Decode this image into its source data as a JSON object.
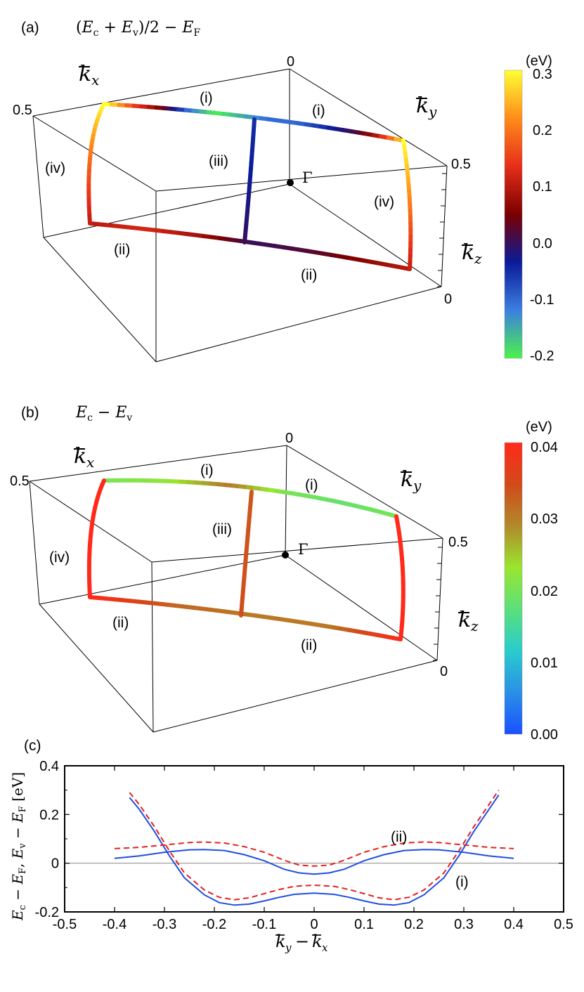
{
  "chart_data": [
    {
      "type": "3d-line",
      "panel": "(a)",
      "quantity": "(E_c + E_v)/2 − E_F",
      "axis_labels": {
        "kx": "k̄x",
        "ky": "k̄y",
        "kz": "k̄z"
      },
      "axis_ticks": {
        "kx_max": "0.5",
        "ky_max": "0.5",
        "origin": "0",
        "kz_min": "0"
      },
      "origin_label": "Γ",
      "colorbar": {
        "unit": "(eV)",
        "min": -0.2,
        "max": 0.3,
        "ticks": [
          "0.3",
          "0.2",
          "0.1",
          "0.0",
          "-0.1",
          "-0.2"
        ],
        "stops": [
          "#FFFF33",
          "#FF8C1A",
          "#E62E1A",
          "#7A0000",
          "#0A1A99",
          "#3C7FE0",
          "#4CF24C"
        ]
      },
      "segments": [
        {
          "label": "(i)",
          "values": [
            0.3,
            0.15,
            0.05,
            -0.1,
            -0.2,
            -0.15,
            -0.1,
            -0.1,
            -0.05,
            0.0,
            0.1,
            0.3
          ]
        },
        {
          "label": "(ii)",
          "values": [
            0.1,
            0.12,
            0.08,
            0.0,
            0.02,
            0.06,
            0.1
          ]
        },
        {
          "label": "(iii)",
          "values": [
            -0.05,
            -0.03,
            0.0
          ]
        },
        {
          "label": "(iv)",
          "values": [
            0.3,
            0.2,
            0.1
          ]
        }
      ],
      "segment_labels": [
        "(i)",
        "(i)",
        "(iii)",
        "(iv)",
        "(iv)",
        "(ii)",
        "(ii)"
      ]
    },
    {
      "type": "3d-line",
      "panel": "(b)",
      "quantity": "E_c − E_v",
      "axis_labels": {
        "kx": "k̄x",
        "ky": "k̄y",
        "kz": "k̄z"
      },
      "axis_ticks": {
        "kx_max": "0.5",
        "ky_max": "0.5",
        "origin": "0",
        "kz_min": "0"
      },
      "origin_label": "Γ",
      "colorbar": {
        "unit": "(eV)",
        "min": 0.0,
        "max": 0.04,
        "ticks": [
          "0.04",
          "0.03",
          "0.02",
          "0.01",
          "0.00"
        ],
        "stops": [
          "#FF2A1A",
          "#D24A1A",
          "#B08A2A",
          "#9AE62E",
          "#5AE07A",
          "#2ACCCC",
          "#2A90E6",
          "#1A50FF"
        ]
      },
      "segments": [
        {
          "label": "(i)",
          "values": [
            0.02,
            0.022,
            0.03,
            0.02,
            0.018,
            0.02
          ]
        },
        {
          "label": "(ii)",
          "values": [
            0.04,
            0.032,
            0.03,
            0.03,
            0.04
          ]
        },
        {
          "label": "(iii)",
          "values": [
            0.033,
            0.034
          ]
        },
        {
          "label": "(iv)",
          "values": [
            0.04,
            0.04
          ]
        }
      ],
      "segment_labels": [
        "(i)",
        "(i)",
        "(iii)",
        "(iv)",
        "(ii)",
        "(ii)"
      ]
    },
    {
      "type": "line",
      "panel": "(c)",
      "title": "",
      "xlabel": "k̄y − k̄x",
      "ylabel": "Ec − EF, Ev − EF [eV]",
      "xlim": [
        -0.5,
        0.5
      ],
      "ylim": [
        -0.2,
        0.4
      ],
      "xticks": [
        "-0.5",
        "-0.4",
        "-0.3",
        "-0.2",
        "-0.1",
        "0",
        "0.1",
        "0.2",
        "0.3",
        "0.4",
        "0.5"
      ],
      "yticks": [
        "-0.2",
        "0",
        "0.2",
        "0.4"
      ],
      "annotations": [
        "(ii)",
        "(i)"
      ],
      "series": [
        {
          "style": "solid",
          "color": "#1F4FE0",
          "x": [
            -0.37,
            -0.35,
            -0.32,
            -0.29,
            -0.26,
            -0.22,
            -0.19,
            -0.16,
            -0.13,
            -0.1,
            -0.07,
            -0.04,
            0,
            0.04,
            0.07,
            0.1,
            0.13,
            0.16,
            0.19,
            0.22,
            0.26,
            0.29,
            0.32,
            0.35,
            0.37
          ],
          "y": [
            0.27,
            0.22,
            0.13,
            0.03,
            -0.06,
            -0.13,
            -0.162,
            -0.172,
            -0.168,
            -0.155,
            -0.14,
            -0.128,
            -0.123,
            -0.128,
            -0.14,
            -0.155,
            -0.168,
            -0.172,
            -0.162,
            -0.13,
            -0.06,
            0.03,
            0.13,
            0.22,
            0.28
          ]
        },
        {
          "style": "dashed",
          "color": "#E62020",
          "x": [
            -0.37,
            -0.35,
            -0.32,
            -0.29,
            -0.26,
            -0.22,
            -0.19,
            -0.16,
            -0.13,
            -0.1,
            -0.07,
            -0.04,
            0,
            0.04,
            0.07,
            0.1,
            0.13,
            0.16,
            0.19,
            0.22,
            0.26,
            0.29,
            0.32,
            0.35,
            0.37
          ],
          "y": [
            0.29,
            0.24,
            0.15,
            0.05,
            -0.04,
            -0.11,
            -0.14,
            -0.15,
            -0.142,
            -0.125,
            -0.108,
            -0.095,
            -0.09,
            -0.095,
            -0.108,
            -0.125,
            -0.142,
            -0.15,
            -0.14,
            -0.11,
            -0.04,
            0.05,
            0.15,
            0.24,
            0.3
          ]
        },
        {
          "style": "solid",
          "color": "#1F4FE0",
          "x": [
            -0.4,
            -0.35,
            -0.3,
            -0.25,
            -0.22,
            -0.18,
            -0.14,
            -0.1,
            -0.06,
            -0.03,
            0,
            0.03,
            0.06,
            0.1,
            0.14,
            0.18,
            0.22,
            0.25,
            0.3,
            0.35,
            0.4
          ],
          "y": [
            0.02,
            0.03,
            0.045,
            0.055,
            0.056,
            0.052,
            0.035,
            0.01,
            -0.025,
            -0.04,
            -0.045,
            -0.04,
            -0.025,
            0.01,
            0.035,
            0.052,
            0.056,
            0.055,
            0.045,
            0.03,
            0.02
          ]
        },
        {
          "style": "dashed",
          "color": "#E62020",
          "x": [
            -0.4,
            -0.35,
            -0.3,
            -0.25,
            -0.22,
            -0.18,
            -0.14,
            -0.1,
            -0.06,
            -0.03,
            0,
            0.03,
            0.06,
            0.1,
            0.14,
            0.18,
            0.22,
            0.25,
            0.3,
            0.35,
            0.4
          ],
          "y": [
            0.06,
            0.065,
            0.075,
            0.085,
            0.087,
            0.083,
            0.068,
            0.045,
            0.012,
            -0.008,
            -0.012,
            -0.008,
            0.012,
            0.045,
            0.068,
            0.083,
            0.087,
            0.085,
            0.075,
            0.065,
            0.06
          ]
        }
      ]
    }
  ]
}
